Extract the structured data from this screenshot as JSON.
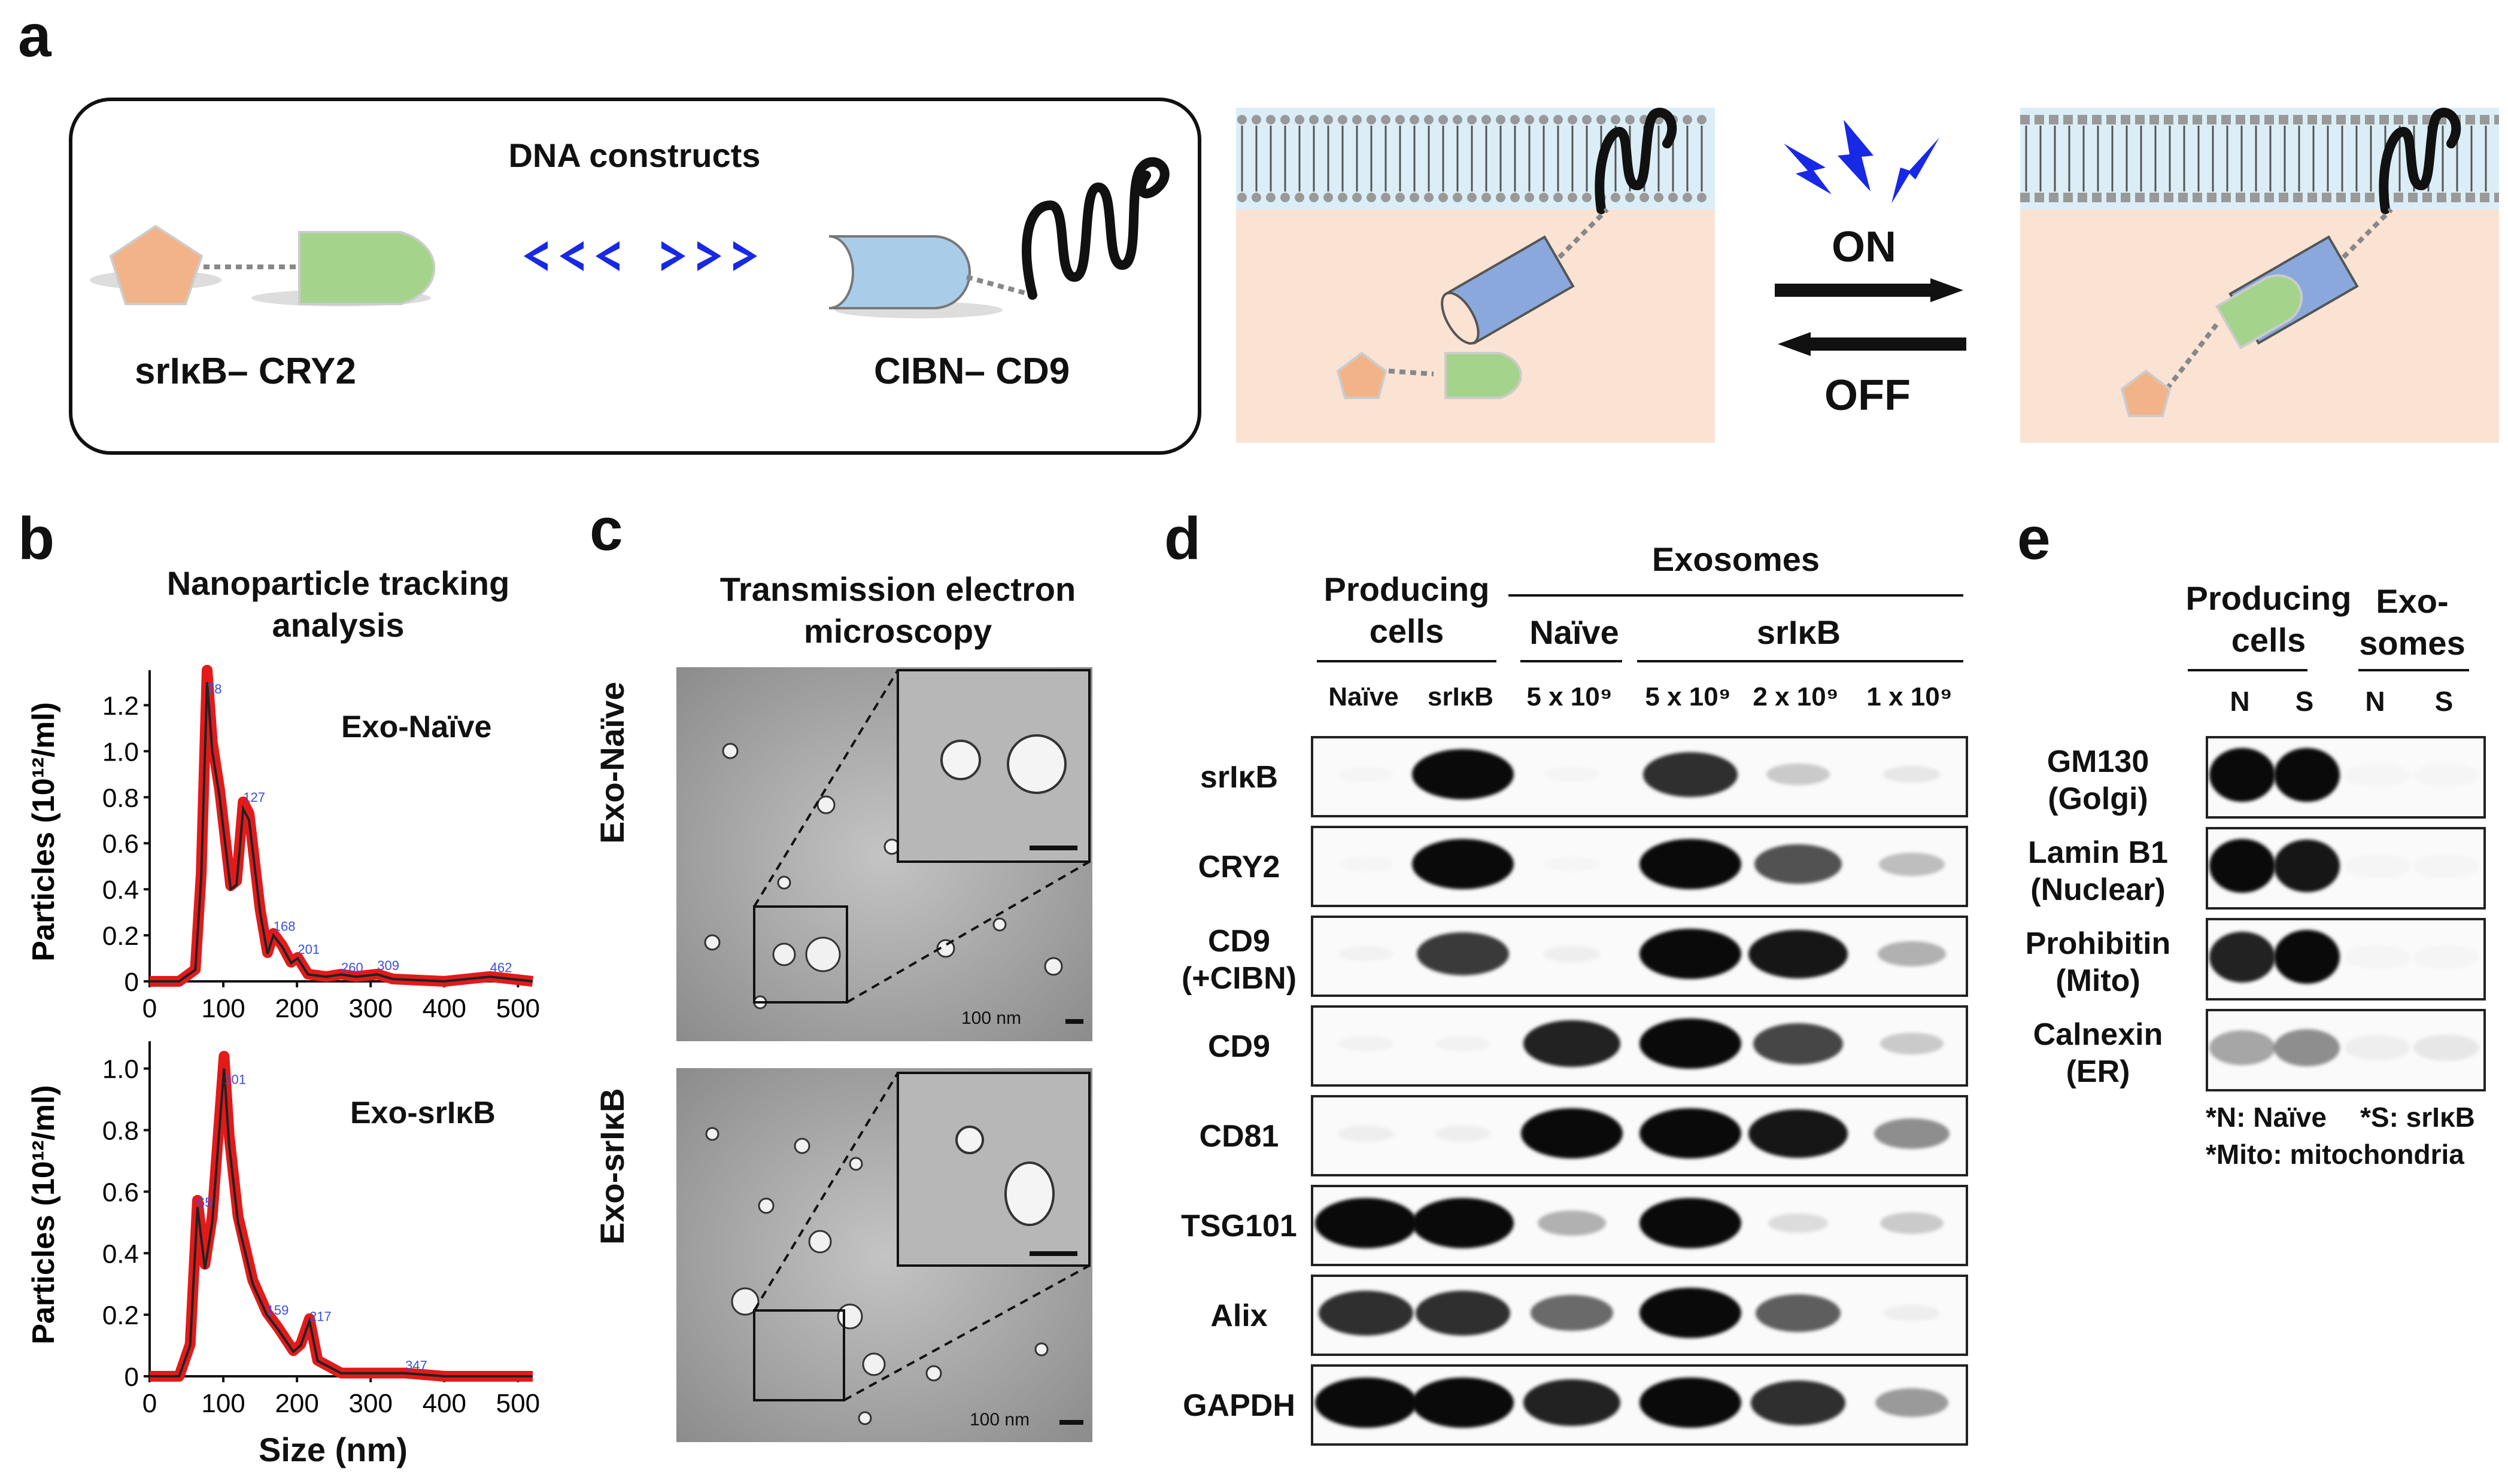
{
  "panel_a": {
    "label": "a",
    "constructs_title": "DNA constructs",
    "construct_left": "srIκB– CRY2",
    "construct_right": "CIBN– CD9",
    "on_label": "ON",
    "off_label": "OFF"
  },
  "panel_b": {
    "label": "b",
    "title_line1": "Nanoparticle tracking",
    "title_line2": "analysis",
    "xlabel": "Size (nm)",
    "ylabel": "Particles (10¹²/ml)",
    "x_ticks": [
      "0",
      "100",
      "200",
      "300",
      "400",
      "500"
    ],
    "top": {
      "name": "Exo-Naïve",
      "y_ticks": [
        "0",
        "0.2",
        "0.4",
        "0.6",
        "0.8",
        "1.0",
        "1.2"
      ],
      "peak_labels": [
        "78",
        "127",
        "168",
        "201",
        "260",
        "309",
        "462"
      ]
    },
    "bottom": {
      "name": "Exo-srIκB",
      "y_ticks": [
        "0",
        "0.2",
        "0.4",
        "0.6",
        "0.8",
        "1.0"
      ],
      "peak_labels": [
        "65",
        "101",
        "159",
        "217",
        "347"
      ]
    }
  },
  "panel_c": {
    "label": "c",
    "title_line1": "Transmission electron",
    "title_line2": "microscopy",
    "top_label": "Exo-Naïve",
    "bottom_label": "Exo-srIκB",
    "scale_top": "100 nm",
    "scale_bottom": "100 nm"
  },
  "panel_d": {
    "label": "d",
    "producing_line1": "Producing",
    "producing_line2": "cells",
    "exosomes": "Exosomes",
    "naive_group": "Naïve",
    "sr_group": "srIκB",
    "lanes": [
      "Naïve",
      "srIκB",
      "5 x 10⁹",
      "5 x 10⁹",
      "2 x 10⁹",
      "1 x 10⁹"
    ],
    "rows": [
      {
        "label": "srIκB",
        "label2": ""
      },
      {
        "label": "CRY2",
        "label2": ""
      },
      {
        "label": "CD9",
        "label2": "(+CIBN)"
      },
      {
        "label": "CD9",
        "label2": ""
      },
      {
        "label": "CD81",
        "label2": ""
      },
      {
        "label": "TSG101",
        "label2": ""
      },
      {
        "label": "Alix",
        "label2": ""
      },
      {
        "label": "GAPDH",
        "label2": ""
      }
    ]
  },
  "panel_e": {
    "label": "e",
    "producing_line1": "Producing",
    "producing_line2": "cells",
    "exo_line1": "Exo-",
    "exo_line2": "somes",
    "lanes": [
      "N",
      "S",
      "N",
      "S"
    ],
    "rows": [
      {
        "label": "GM130",
        "label2": "(Golgi)"
      },
      {
        "label": "Lamin B1",
        "label2": "(Nuclear)"
      },
      {
        "label": "Prohibitin",
        "label2": "(Mito)"
      },
      {
        "label": "Calnexin",
        "label2": "(ER)"
      }
    ],
    "note_n": "*N: Naïve",
    "note_s": "*S: srIκB",
    "note_mito": "*Mito: mitochondria"
  }
}
